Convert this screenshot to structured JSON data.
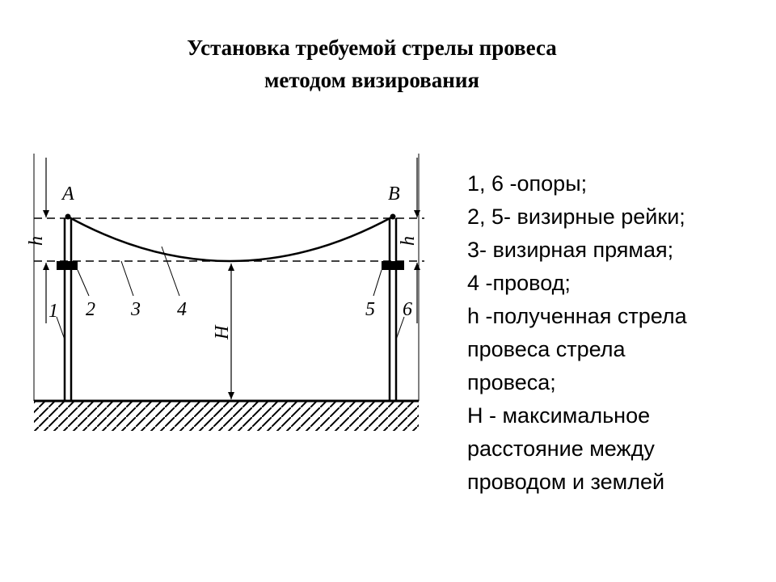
{
  "title": {
    "line1": "Установка требуемой стрелы провеса",
    "line2": "методом визирования"
  },
  "diagram": {
    "point_a": "A",
    "point_b": "B",
    "label_h_left": "h",
    "label_h_right": "h",
    "label_H": "H",
    "label_1": "1",
    "label_2": "2",
    "label_3": "3",
    "label_4": "4",
    "label_5": "5",
    "label_6": "6"
  },
  "legend": [
    "1, 6 -опоры;",
    "2, 5- визирные рейки;",
    "3- визирная прямая;",
    "4 -провод;",
    "h -полученная стрела",
    "провеса стрела",
    "провеса;",
    "H - максимальное",
    "расстояние между",
    "проводом и землей"
  ]
}
